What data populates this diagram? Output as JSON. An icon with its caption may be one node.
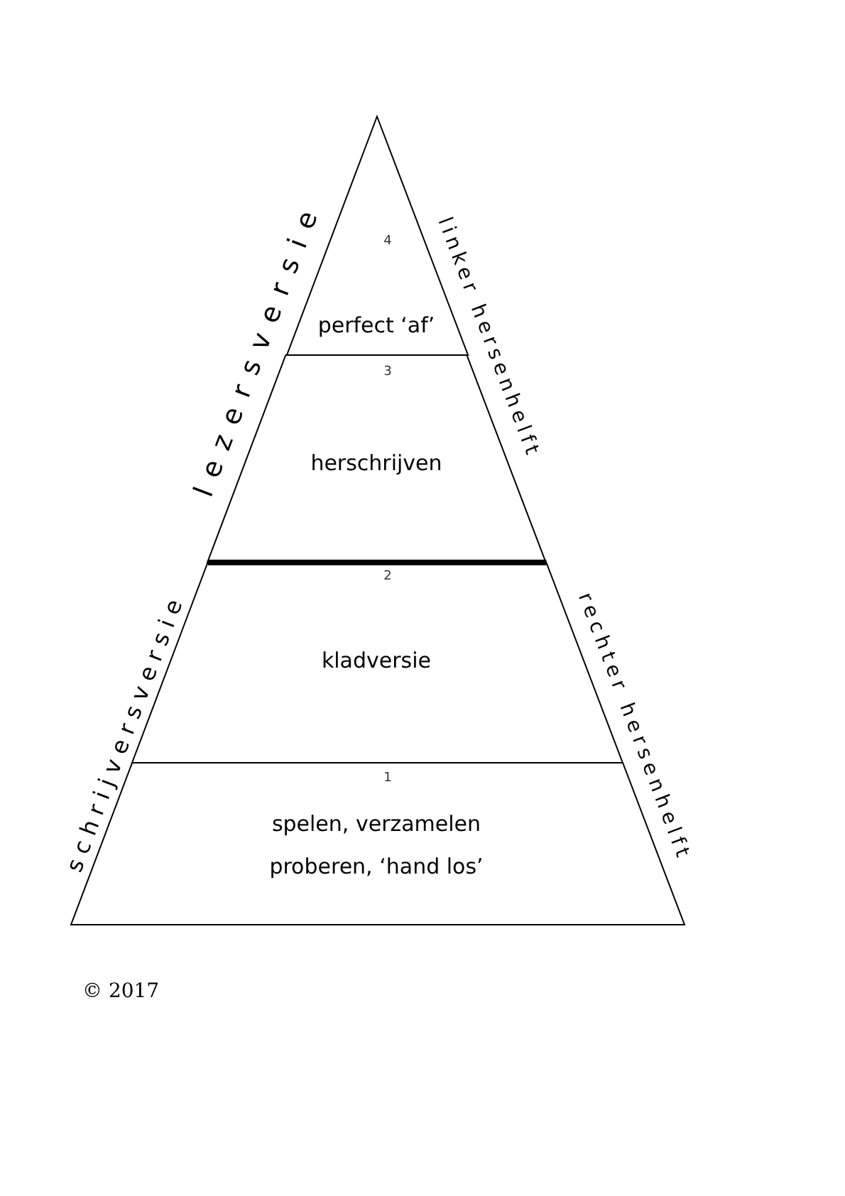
{
  "diagram": {
    "nodes": [
      {
        "text": [
          "4",
          "perfect ‘af’"
        ]
      },
      {
        "text": [
          "3",
          "herschrijven"
        ]
      },
      {
        "text": [
          "2",
          "kladversie"
        ]
      },
      {
        "text": [
          "1",
          "spelen, verzamelen proberen, ‘hand los’"
        ]
      }
    ],
    "labels": [
      "lezersversie",
      "linker hersenhelft",
      "schrijversversie",
      "rechter hersenhelft",
      "© 2017"
    ]
  }
}
